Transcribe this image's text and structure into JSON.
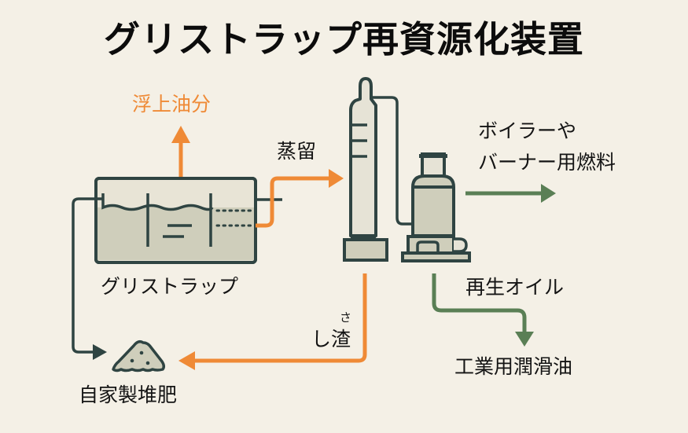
{
  "title": "グリストラップ再資源化装置",
  "colors": {
    "background": "#f4f0e6",
    "outline": "#2f4442",
    "equipment_fill": "#cfcebb",
    "equipment_fill_light": "#e2dfd2",
    "orange_flow": "#ef8a36",
    "green_flow": "#5a7f55",
    "dark_flow": "#2f4442"
  },
  "labels": {
    "floating_oil": "浮上油分",
    "distillation": "蒸留",
    "boiler_fuel_line1": "ボイラーや",
    "boiler_fuel_line2": "バーナー用燃料",
    "grease_trap": "グリストラップ",
    "recycled_oil": "再生オイル",
    "residue_ruby": "さ",
    "residue": "し渣",
    "industrial_lubricant": "工業用潤滑油",
    "compost": "自家製堆肥"
  },
  "icons": {
    "grease_trap": "grease-trap-tank-icon",
    "distillation_column": "distillation-column-icon",
    "oil_separator": "oil-separator-tank-icon",
    "compost_pile": "compost-pile-icon"
  }
}
